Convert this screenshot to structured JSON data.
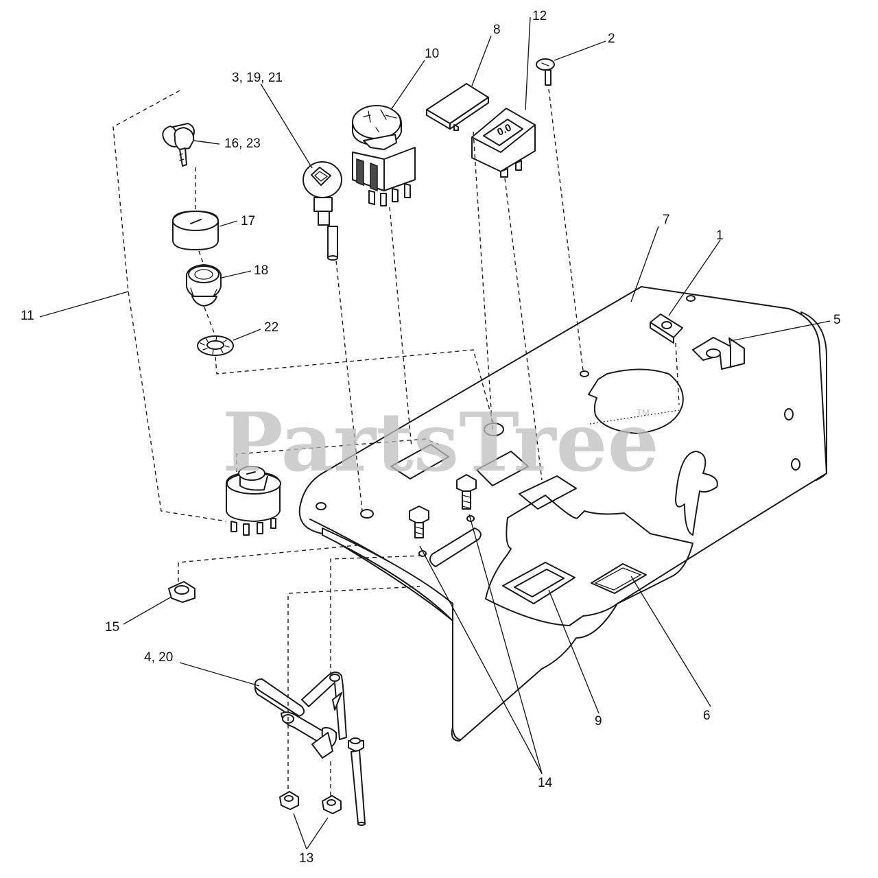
{
  "watermark": {
    "text": "PartsTree",
    "trademark": "TM"
  },
  "hour_meter_reading": "0.0",
  "callouts": [
    {
      "id": "c1",
      "text": "1"
    },
    {
      "id": "c2",
      "text": "2"
    },
    {
      "id": "c3",
      "text": "3, 19, 21"
    },
    {
      "id": "c4",
      "text": "4, 20"
    },
    {
      "id": "c5",
      "text": "5"
    },
    {
      "id": "c6",
      "text": "6"
    },
    {
      "id": "c7",
      "text": "7"
    },
    {
      "id": "c8",
      "text": "8"
    },
    {
      "id": "c9",
      "text": "9"
    },
    {
      "id": "c10",
      "text": "10"
    },
    {
      "id": "c11",
      "text": "11"
    },
    {
      "id": "c12",
      "text": "12"
    },
    {
      "id": "c13",
      "text": "13"
    },
    {
      "id": "c14",
      "text": "14"
    },
    {
      "id": "c15",
      "text": "15"
    },
    {
      "id": "c16",
      "text": "16, 23"
    },
    {
      "id": "c17",
      "text": "17"
    },
    {
      "id": "c18",
      "text": "18"
    },
    {
      "id": "c22",
      "text": "22"
    }
  ]
}
